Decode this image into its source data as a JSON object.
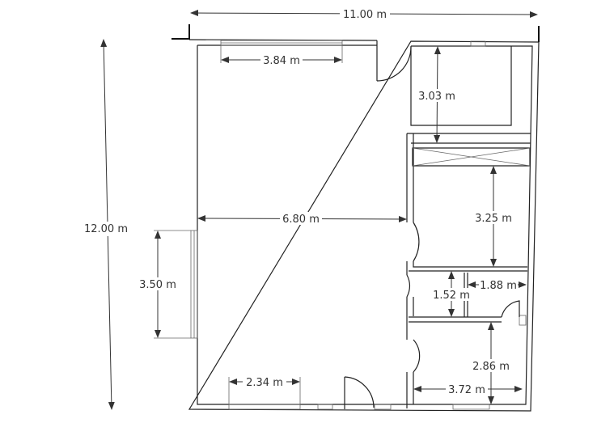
{
  "plan": {
    "dimensions": {
      "overall_width": "11.00 m",
      "overall_height": "12.00 m",
      "top_window": "3.84 m",
      "top_right_room": "3.03 m",
      "living_room_width": "6.80 m",
      "left_window": "3.50 m",
      "bedroom_height": "3.25 m",
      "corridor": "1.52 m",
      "bath_width": "1.88 m",
      "bottom_room_height": "2.86 m",
      "bottom_window": "2.34 m",
      "bottom_room_width": "3.72 m"
    }
  }
}
